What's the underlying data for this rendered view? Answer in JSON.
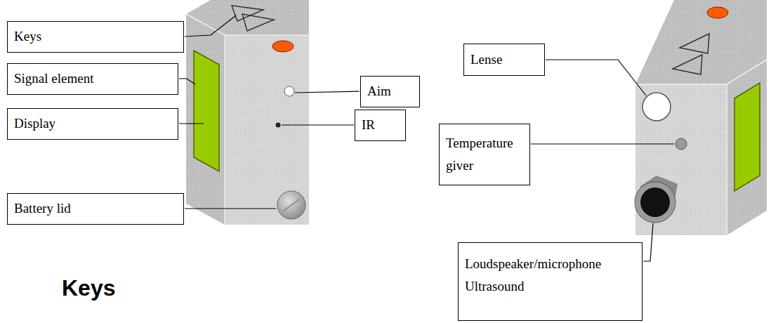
{
  "diagram": {
    "nodes": [
      {
        "text": [
          "Keys"
        ]
      },
      {
        "text": [
          "Signal element"
        ]
      },
      {
        "text": [
          "Display"
        ]
      },
      {
        "text": [
          "Battery lid"
        ]
      },
      {
        "text": [
          "Aim"
        ]
      },
      {
        "text": [
          "IR"
        ]
      },
      {
        "text": [
          "Lense"
        ]
      },
      {
        "text": [
          "Temperature giver"
        ]
      },
      {
        "text": [
          "Loudspeaker/microphone Ultrasound"
        ]
      }
    ],
    "labels": [
      "Keys"
    ]
  }
}
